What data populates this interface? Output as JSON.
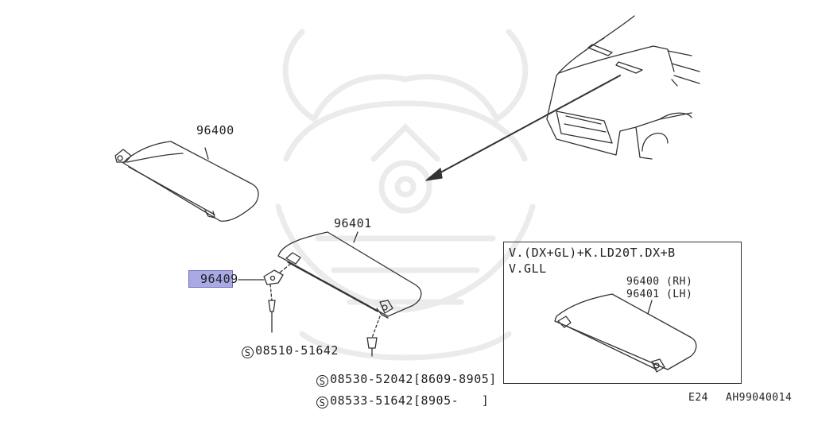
{
  "parts": {
    "visor_rh": "96400",
    "visor_lh": "96401",
    "bracket_highlighted": "96409"
  },
  "fasteners": [
    {
      "symbol": "S",
      "part": "08510-51642"
    },
    {
      "symbol": "S",
      "part": "08530-52042",
      "range": "[8609-8905]"
    },
    {
      "symbol": "S",
      "part": "08533-51642",
      "range": "[8905-   ]"
    }
  ],
  "inset": {
    "line1": "V.(DX+GL)+K.LD20T.DX+B",
    "line2": "V.GLL",
    "rh": "96400 (RH)",
    "lh": "96401 (LH)"
  },
  "footer": {
    "section": "E24",
    "code": "AH99040014"
  },
  "colors": {
    "highlight": "#a9a9e6",
    "line": "#333333",
    "watermark": "#ececec"
  }
}
